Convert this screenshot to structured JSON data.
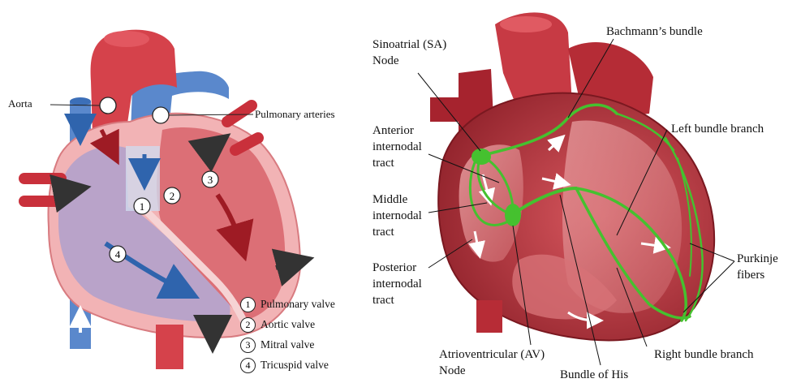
{
  "left_diagram": {
    "labels": {
      "aorta": "Aorta",
      "pulmonary_arteries": "Pulmonary arteries"
    },
    "valve_markers": [
      "1",
      "2",
      "3",
      "4"
    ],
    "legend": [
      {
        "num": "1",
        "text": "Pulmonary valve"
      },
      {
        "num": "2",
        "text": "Aortic valve"
      },
      {
        "num": "3",
        "text": "Mitral valve"
      },
      {
        "num": "4",
        "text": "Tricuspid valve"
      }
    ]
  },
  "right_diagram": {
    "labels": {
      "sa_node": "Sinoatrial (SA)\nNode",
      "bachmann": "Bachmann’s bundle",
      "anterior": "Anterior\ninternodal\ntract",
      "left_bundle": "Left bundle branch",
      "middle": "Middle\ninternodal\ntract",
      "posterior": "Posterior\ninternodal\ntract",
      "purkinje": "Purkinje\nfibers",
      "av_node": "Atrioventricular (AV)\nNode",
      "right_bundle": "Right bundle branch",
      "his": "Bundle of His"
    }
  },
  "colors": {
    "blood_red": "#c9303b",
    "chamber_pink": "#e8858c",
    "vein_blue": "#4f7fc4",
    "conduction_green": "#45c12f",
    "arrow_dark": "#333333"
  }
}
